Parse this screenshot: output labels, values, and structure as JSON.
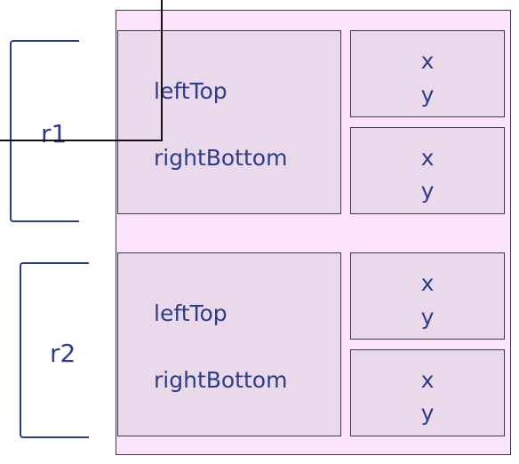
{
  "records": [
    {
      "name": "r1",
      "fields": [
        {
          "label": "leftTop",
          "components": [
            "x",
            "y"
          ]
        },
        {
          "label": "rightBottom",
          "components": [
            "x",
            "y"
          ]
        }
      ]
    },
    {
      "name": "r2",
      "fields": [
        {
          "label": "leftTop",
          "components": [
            "x",
            "y"
          ]
        },
        {
          "label": "rightBottom",
          "components": [
            "x",
            "y"
          ]
        }
      ]
    }
  ],
  "colors": {
    "outer_fill": "#fbe4fb",
    "box_fill": "#ead9ea",
    "text": "#2c3e84",
    "stroke": "#3a3a4a",
    "pointer_line": "#111111"
  }
}
